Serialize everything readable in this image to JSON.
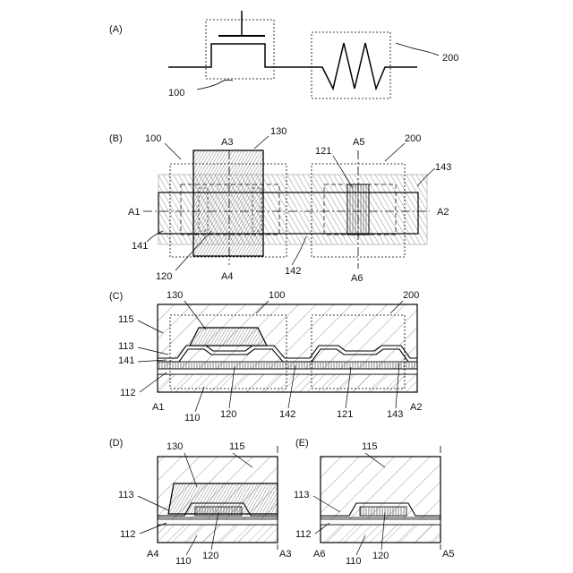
{
  "panels": {
    "A": "(A)",
    "B": "(B)",
    "C": "(C)",
    "D": "(D)",
    "E": "(E)"
  },
  "refs": {
    "transistor": "100",
    "resistor": "200",
    "gate": "130",
    "semiconductor": "120",
    "resistor_region": "121",
    "conductor_left": "141",
    "conductor_mid": "142",
    "conductor_right": "143",
    "substrate": "110",
    "insulator_112": "112",
    "insulator_113": "113",
    "insulator_115": "115"
  },
  "cut_points": {
    "A1": "A1",
    "A2": "A2",
    "A3": "A3",
    "A4": "A4",
    "A5": "A5",
    "A6": "A6"
  }
}
